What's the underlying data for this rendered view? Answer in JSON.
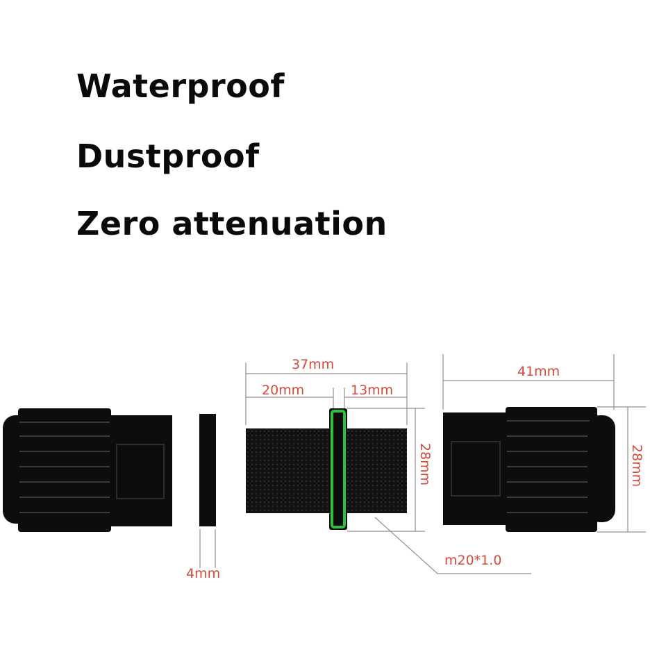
{
  "features": [
    "Waterproof",
    "Dustproof",
    "Zero attenuation"
  ],
  "dimensions": {
    "connector_total": "37mm",
    "thread_length": "20mm",
    "nut_length": "13mm",
    "connector_height": "28mm",
    "gasket_thickness": "4mm",
    "gland_length": "41mm",
    "gland_height": "28mm"
  },
  "callout": {
    "thread_spec": "m20*1.0"
  },
  "colors": {
    "dimension_text": "#d44a3a",
    "parts": "#0d0d0d",
    "seal_ring": "#2fbf3a"
  }
}
